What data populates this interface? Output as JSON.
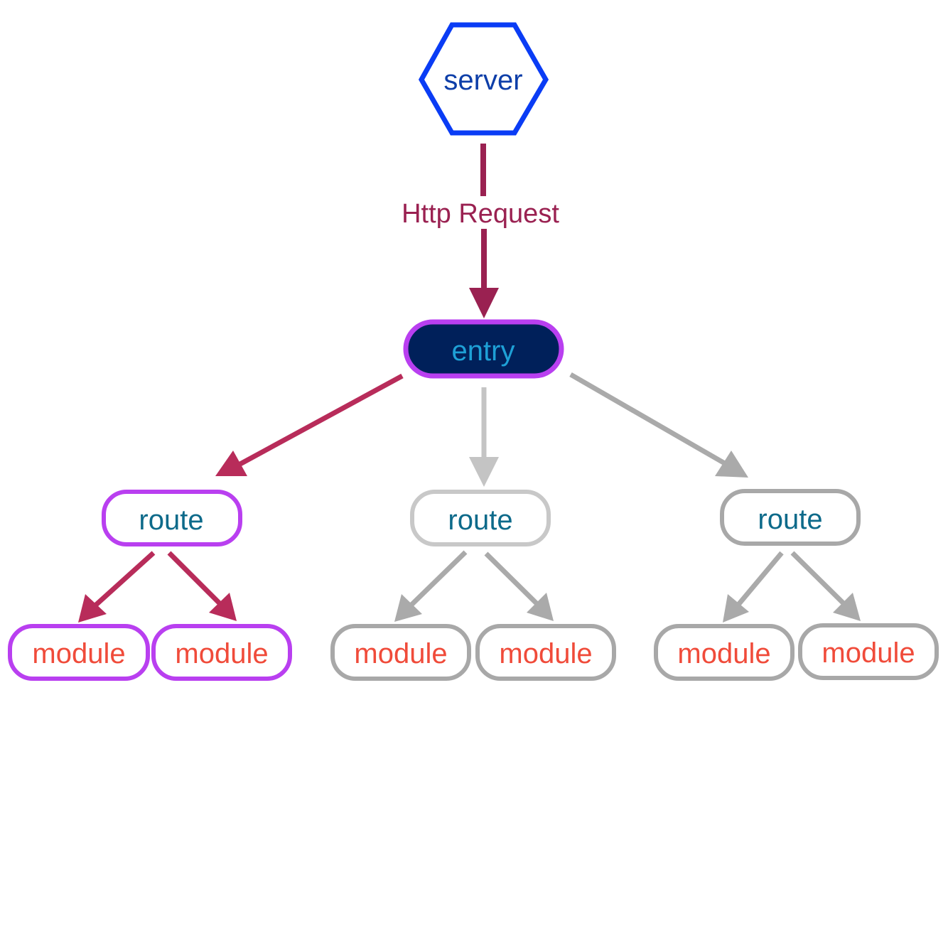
{
  "colors": {
    "server_stroke": "#0a3cf5",
    "server_text": "#0d3ea8",
    "http_edge": "#9a2151",
    "active_edge": "#b82c5a",
    "active_border": "#b93ff0",
    "entry_fill": "#00205a",
    "entry_text": "#1ea0d6",
    "route_text": "#0d6a8a",
    "module_text": "#f04b3a",
    "inactive_edge": "#aaaaaa",
    "inactive_edge_light": "#c4c4c4",
    "inactive_border": "#a8a8a8",
    "inactive_border_light": "#c8c8c8"
  },
  "server": {
    "label": "server",
    "shape": "hexagon"
  },
  "http_edge": {
    "label": "Http Request"
  },
  "entry": {
    "label": "entry"
  },
  "routes": [
    {
      "label": "route",
      "state": "active",
      "modules": [
        "module",
        "module"
      ]
    },
    {
      "label": "route",
      "state": "inactive",
      "modules": [
        "module",
        "module"
      ]
    },
    {
      "label": "route",
      "state": "inactive",
      "modules": [
        "module",
        "module"
      ]
    }
  ]
}
